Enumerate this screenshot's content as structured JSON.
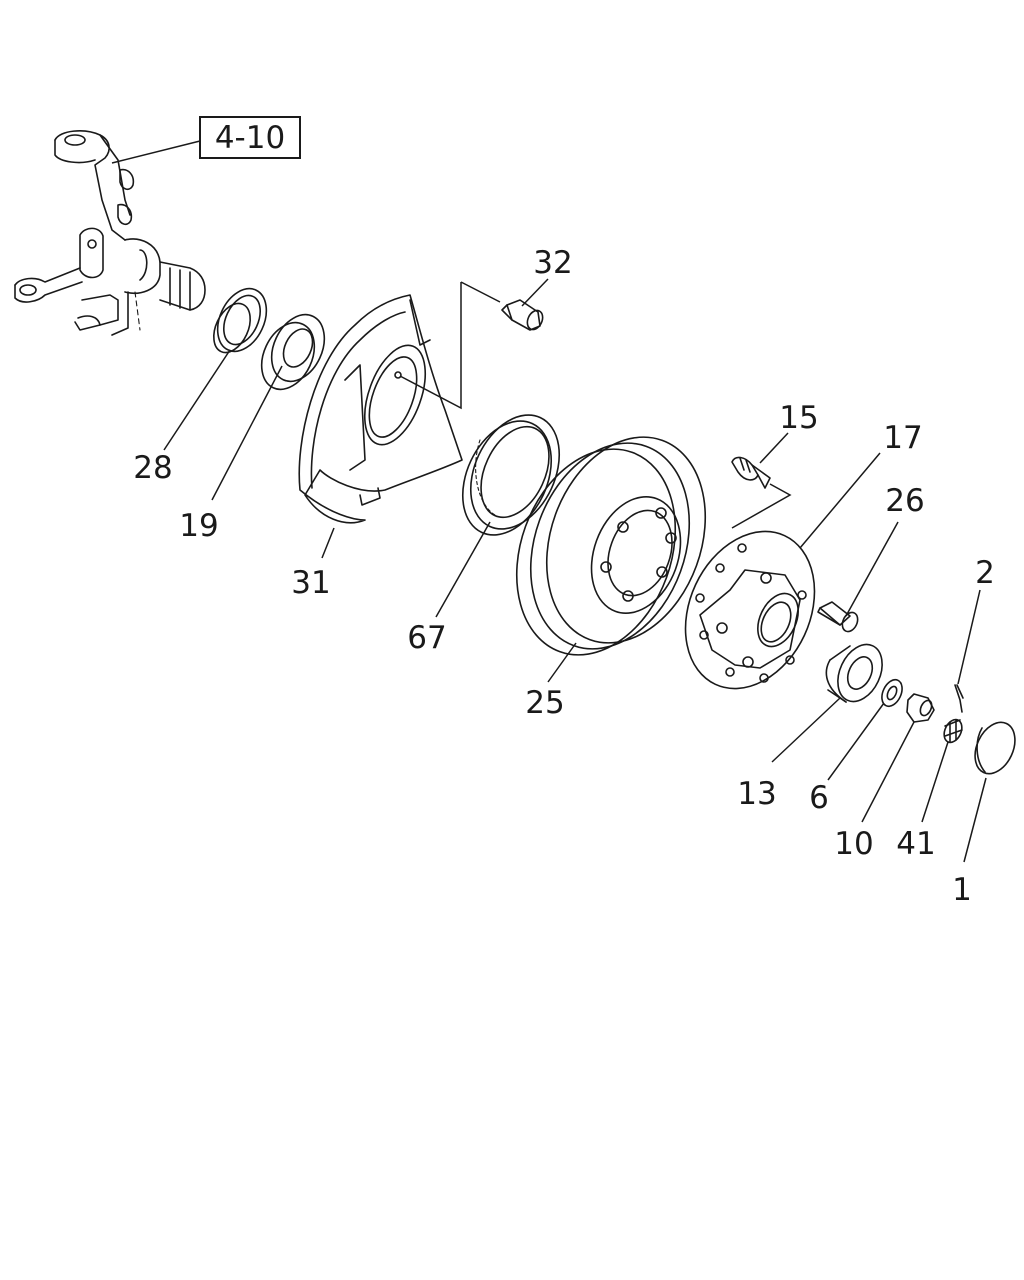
{
  "reference": {
    "text": "4-10"
  },
  "callouts": [
    {
      "id": "c32",
      "text": "32"
    },
    {
      "id": "c28",
      "text": "28"
    },
    {
      "id": "c19",
      "text": "19"
    },
    {
      "id": "c31",
      "text": "31"
    },
    {
      "id": "c67",
      "text": "67"
    },
    {
      "id": "c15",
      "text": "15"
    },
    {
      "id": "c17",
      "text": "17"
    },
    {
      "id": "c26",
      "text": "26"
    },
    {
      "id": "c2",
      "text": "2"
    },
    {
      "id": "c25",
      "text": "25"
    },
    {
      "id": "c13",
      "text": "13"
    },
    {
      "id": "c6",
      "text": "6"
    },
    {
      "id": "c10",
      "text": "10"
    },
    {
      "id": "c41",
      "text": "41"
    },
    {
      "id": "c1",
      "text": "1"
    }
  ]
}
